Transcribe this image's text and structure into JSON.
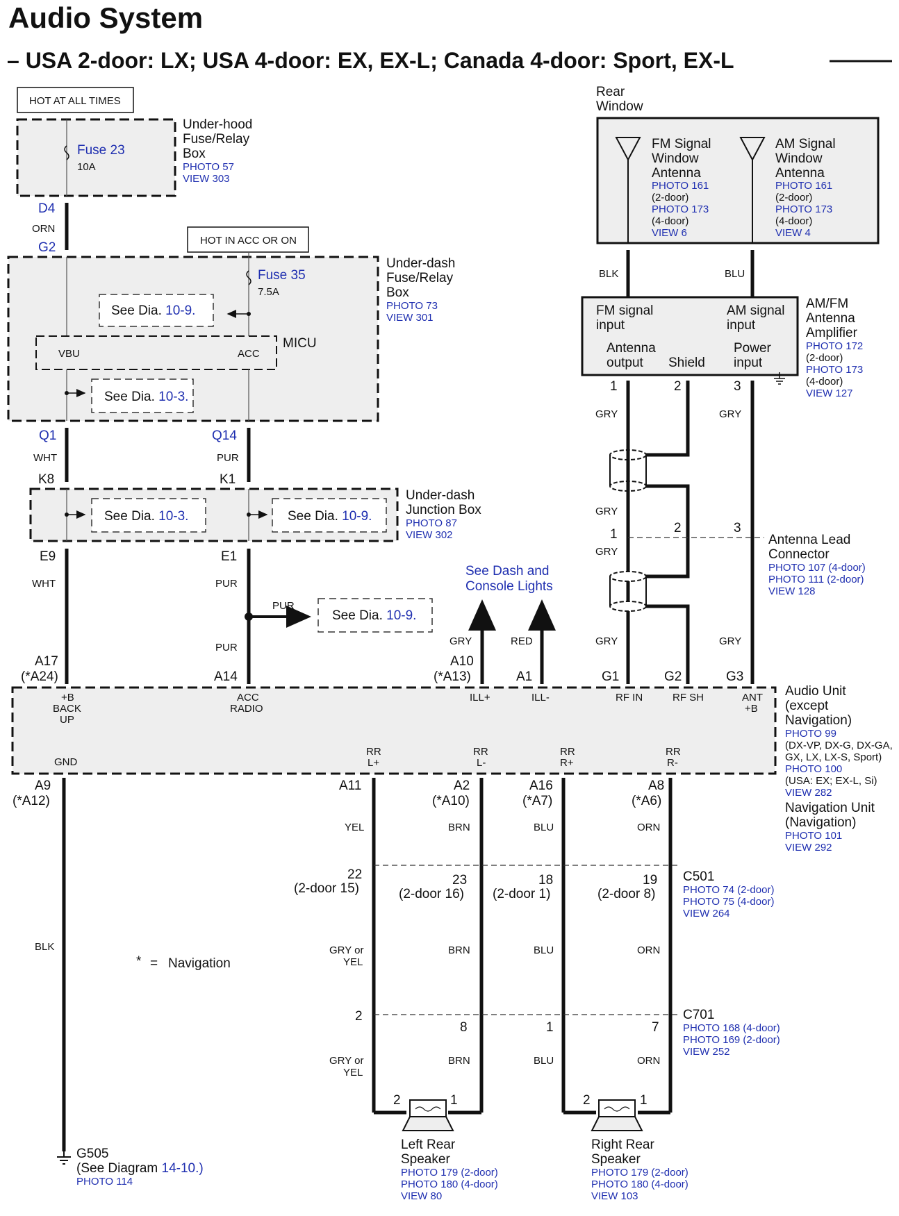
{
  "title": "Audio System",
  "subtitle": "– USA 2-door: LX; USA 4-door: EX, EX-L; Canada 4-door: Sport, EX-L",
  "hot_at_all_times": "HOT AT ALL TIMES",
  "hot_in_acc": "HOT IN ACC OR ON",
  "underhood": {
    "name": [
      "Under-hood",
      "Fuse/Relay",
      "Box"
    ],
    "photo": "PHOTO 57",
    "view": "VIEW 303",
    "fuse": "Fuse 23",
    "rating": "10A"
  },
  "underdash_fuse": {
    "name": [
      "Under-dash",
      "Fuse/Relay",
      "Box"
    ],
    "photo": "PHOTO 73",
    "view": "VIEW 301",
    "fuse": "Fuse 35",
    "rating": "7.5A",
    "see1": "See Dia.",
    "see1_ref": "10-9.",
    "see2": "See Dia.",
    "see2_ref": "10-3.",
    "micu": "MICU",
    "vbu": "VBU",
    "acc": "ACC"
  },
  "junction": {
    "name": [
      "Under-dash",
      "Junction Box"
    ],
    "photo": "PHOTO 87",
    "view": "VIEW 302",
    "see1": "See Dia.",
    "see1_ref": "10-3.",
    "see2": "See Dia.",
    "see2_ref": "10-9."
  },
  "see_dia_mid": {
    "text": "See Dia.",
    "ref": "10-9."
  },
  "dash_lights": [
    "See Dash and",
    "Console Lights"
  ],
  "rear_window": {
    "name": [
      "Rear",
      "Window"
    ],
    "fm": [
      "FM Signal",
      "Window",
      "Antenna"
    ],
    "fm_refs": [
      "PHOTO 161",
      "(2-door)",
      "PHOTO 173",
      "(4-door)",
      "VIEW 6"
    ],
    "am": [
      "AM Signal",
      "Window",
      "Antenna"
    ],
    "am_refs": [
      "PHOTO 161",
      "(2-door)",
      "PHOTO 173",
      "(4-door)",
      "VIEW 4"
    ]
  },
  "amp": {
    "name": [
      "AM/FM",
      "Antenna",
      "Amplifier"
    ],
    "refs": [
      "PHOTO 172",
      "(2-door)",
      "PHOTO 173",
      "(4-door)",
      "VIEW 127"
    ],
    "fm_in": [
      "FM signal",
      "input"
    ],
    "am_in": [
      "AM signal",
      "input"
    ],
    "ant_out": [
      "Antenna",
      "output"
    ],
    "shield": "Shield",
    "power_in": [
      "Power",
      "input"
    ]
  },
  "antenna_lead": {
    "name": [
      "Antenna Lead",
      "Connector"
    ],
    "refs": [
      "PHOTO 107 (4-door)",
      "PHOTO 111 (2-door)",
      "VIEW 128"
    ]
  },
  "audio_unit": {
    "name": [
      "Audio Unit",
      "(except",
      "Navigation)"
    ],
    "refs": [
      "PHOTO 99",
      "(DX-VP, DX-G, DX-GA,",
      "GX, LX, LX-S, Sport)",
      "PHOTO 100",
      "(USA: EX; EX-L, Si)",
      "VIEW 282"
    ],
    "nav_name": [
      "Navigation Unit",
      "(Navigation)"
    ],
    "nav_refs": [
      "PHOTO 101",
      "VIEW 292"
    ],
    "terminals": {
      "backup": [
        "+B",
        "BACK",
        "UP"
      ],
      "acc": [
        "ACC",
        "RADIO"
      ],
      "illp": "ILL+",
      "illn": "ILL-",
      "rfin": "RF IN",
      "rfsh": "RF SH",
      "ant": [
        "ANT",
        "+B"
      ],
      "gnd": "GND",
      "rrlp": [
        "RR",
        "L+"
      ],
      "rrln": [
        "RR",
        "L-"
      ],
      "rrrp": [
        "RR",
        "R+"
      ],
      "rrrn": [
        "RR",
        "R-"
      ]
    }
  },
  "c501": {
    "name": "C501",
    "refs": [
      "PHOTO 74 (2-door)",
      "PHOTO 75 (4-door)",
      "VIEW 264"
    ]
  },
  "c701": {
    "name": "C701",
    "refs": [
      "PHOTO 168 (4-door)",
      "PHOTO 169 (2-door)",
      "VIEW 252"
    ]
  },
  "left_speaker": {
    "name": [
      "Left Rear",
      "Speaker"
    ],
    "refs": [
      "PHOTO 179 (2-door)",
      "PHOTO 180 (4-door)",
      "VIEW 80"
    ]
  },
  "right_speaker": {
    "name": [
      "Right Rear",
      "Speaker"
    ],
    "refs": [
      "PHOTO 179 (2-door)",
      "PHOTO 180 (4-door)",
      "VIEW 103"
    ]
  },
  "ground": {
    "name": "G505",
    "see": "(See Diagram",
    "see_ref": "14-10.)",
    "photo": "PHOTO 114"
  },
  "legend": {
    "star": "*",
    "eq": "=",
    "text": "Navigation"
  },
  "pins": {
    "d4": "D4",
    "g2": "G2",
    "q1": "Q1",
    "q14": "Q14",
    "k8": "K8",
    "k1": "K1",
    "e9": "E9",
    "e1": "E1",
    "a17": "A17",
    "a24": "(*A24)",
    "a14": "A14",
    "a10": "A10",
    "a13": "(*A13)",
    "a1": "A1",
    "g1": "G1",
    "g2b": "G2",
    "g3": "G3",
    "a9": "A9",
    "a12": "(*A12)",
    "a11": "A11",
    "a2": "A2",
    "a10b": "(*A10)",
    "a16": "A16",
    "a7": "(*A7)",
    "a8": "A8",
    "a6": "(*A6)",
    "amp1": "1",
    "amp2": "2",
    "amp3": "3",
    "al1": "1",
    "al2": "2",
    "al3": "3",
    "c501_22": "22",
    "c501_22b": "(2-door 15)",
    "c501_23": "23",
    "c501_23b": "(2-door 16)",
    "c501_18": "18",
    "c501_18b": "(2-door 1)",
    "c501_19": "19",
    "c501_19b": "(2-door 8)",
    "c701_2": "2",
    "c701_8": "8",
    "c701_1": "1",
    "c701_7": "7",
    "ls2": "2",
    "ls1": "1",
    "rs2": "2",
    "rs1": "1"
  },
  "wires": {
    "orn": "ORN",
    "wht1": "WHT",
    "pur1": "PUR",
    "wht2": "WHT",
    "pur2": "PUR",
    "pur3": "PUR",
    "pur4": "PUR",
    "gry_ill": "GRY",
    "red": "RED",
    "blk_fm": "BLK",
    "blu_am": "BLU",
    "gry1": "GRY",
    "gry3": "GRY",
    "gry_a": "GRY",
    "gry_b": "GRY",
    "gry_c": "GRY",
    "gry_d": "GRY",
    "blk_gnd": "BLK",
    "yel": "YEL",
    "brn1": "BRN",
    "blu1": "BLU",
    "orn1": "ORN",
    "gryyel1": [
      "GRY or",
      "YEL"
    ],
    "brn2": "BRN",
    "blu2": "BLU",
    "orn2": "ORN",
    "gryyel2": [
      "GRY or",
      "YEL"
    ],
    "brn3": "BRN",
    "blu3": "BLU",
    "orn3": "ORN"
  }
}
